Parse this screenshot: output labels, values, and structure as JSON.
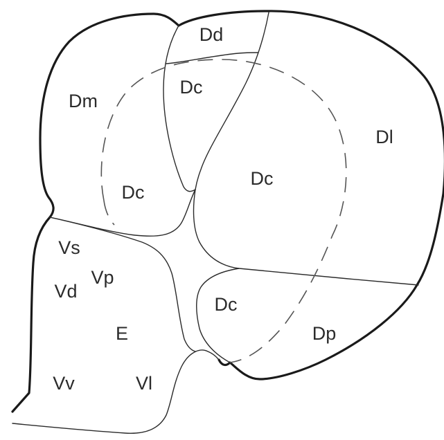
{
  "labels": {
    "dd": "Dd",
    "dm": "Dm",
    "dc_top": "Dc",
    "dc_left": "Dc",
    "dc_center": "Dc",
    "dc_bottom": "Dc",
    "dl": "Dl",
    "dp": "Dp",
    "vs": "Vs",
    "vp": "Vp",
    "vd": "Vd",
    "e": "E",
    "vv": "Vv",
    "vl": "Vl"
  },
  "colors": {
    "outline": "#1a1a1a",
    "boundary": "#2a2a2a",
    "dashed": "#555555",
    "text": "#2b2b2b"
  }
}
